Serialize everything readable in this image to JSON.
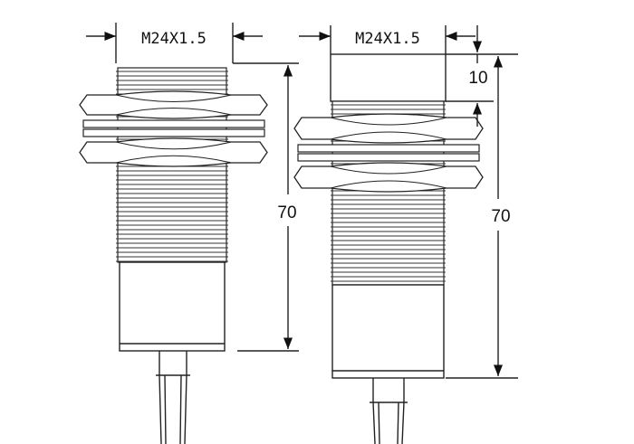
{
  "left_sensor": {
    "thread_label": "M24X1.5",
    "length_label": "70"
  },
  "right_sensor": {
    "thread_label": "M24X1.5",
    "cap_length_label": "10",
    "length_label": "70"
  }
}
